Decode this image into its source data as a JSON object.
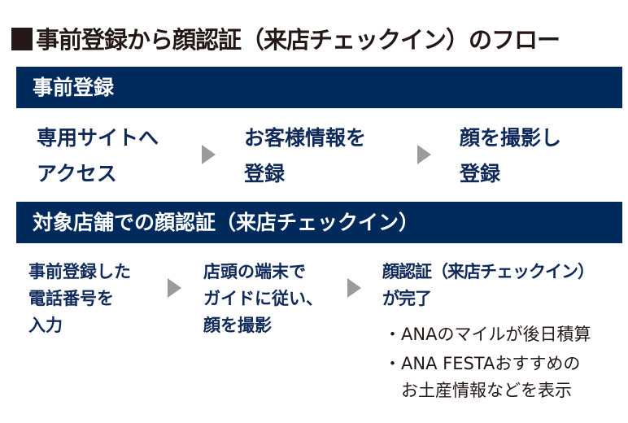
{
  "title": "事前登録から顔認証（来店チェックイン）のフロー",
  "sections": [
    {
      "heading": "事前登録",
      "steps": [
        "専用サイトへ\nアクセス",
        "お客様情報を\n登録",
        "顔を撮影し\n登録"
      ]
    },
    {
      "heading": "対象店舗での顔認証（来店チェックイン）",
      "steps": [
        "事前登録した\n電話番号を\n入力",
        "店頭の端末で\nガイドに従い、\n顔を撮影",
        "顔認証（来店チェックイン）\nが完了"
      ],
      "bullets": [
        "・ANAのマイルが後日積算",
        "・ANA FESTAおすすめの\n　お土産情報などを表示"
      ]
    }
  ],
  "colors": {
    "banner": "#002a5c",
    "step_text": "#0f2a5a",
    "arrow": "#9b9b9b",
    "title": "#231815"
  }
}
